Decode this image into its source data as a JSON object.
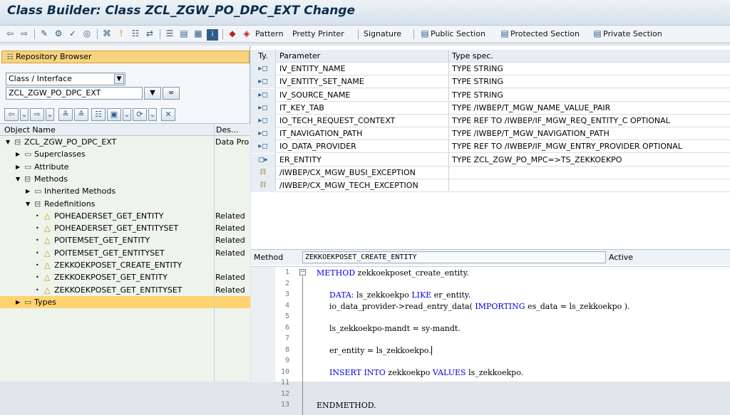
{
  "window": {
    "title": "Class Builder: Class ZCL_ZGW_PO_DPC_EXT Change"
  },
  "toolbar": {
    "pattern": "Pattern",
    "pretty_printer": "Pretty Printer",
    "signature": "Signature",
    "public_section": "Public Section",
    "protected_section": "Protected Section",
    "private_section": "Private Section"
  },
  "left": {
    "repository_browser": "Repository Browser",
    "object_type": "Class / Interface",
    "object_name_value": "ZCL_ZGW_PO_DPC_EXT",
    "col_object_name": "Object Name",
    "col_description": "Des...",
    "tree": [
      {
        "label": "ZCL_ZGW_PO_DPC_EXT",
        "desc": "Data Pro",
        "indent": 0,
        "icon": "folder-open",
        "arrow": "▼"
      },
      {
        "label": "Superclasses",
        "desc": "",
        "indent": 1,
        "icon": "folder",
        "arrow": "▶"
      },
      {
        "label": "Attribute",
        "desc": "",
        "indent": 1,
        "icon": "folder",
        "arrow": "▶"
      },
      {
        "label": "Methods",
        "desc": "",
        "indent": 1,
        "icon": "folder-open",
        "arrow": "▼"
      },
      {
        "label": "Inherited Methods",
        "desc": "",
        "indent": 2,
        "icon": "folder",
        "arrow": "▶"
      },
      {
        "label": "Redefinitions",
        "desc": "",
        "indent": 2,
        "icon": "folder-open",
        "arrow": "▼"
      },
      {
        "label": "POHEADERSET_GET_ENTITY",
        "desc": "Related",
        "indent": 3,
        "icon": "warning",
        "arrow": "•"
      },
      {
        "label": "POHEADERSET_GET_ENTITYSET",
        "desc": "Related",
        "indent": 3,
        "icon": "warning",
        "arrow": "•"
      },
      {
        "label": "POITEMSET_GET_ENTITY",
        "desc": "Related",
        "indent": 3,
        "icon": "warning",
        "arrow": "•"
      },
      {
        "label": "POITEMSET_GET_ENTITYSET",
        "desc": "Related",
        "indent": 3,
        "icon": "warning",
        "arrow": "•"
      },
      {
        "label": "ZEKKOEKPOSET_CREATE_ENTITY",
        "desc": "",
        "indent": 3,
        "icon": "warning",
        "arrow": "•"
      },
      {
        "label": "ZEKKOEKPOSET_GET_ENTITY",
        "desc": "Related",
        "indent": 3,
        "icon": "warning",
        "arrow": "•"
      },
      {
        "label": "ZEKKOEKPOSET_GET_ENTITYSET",
        "desc": "Related",
        "indent": 3,
        "icon": "warning",
        "arrow": "•"
      },
      {
        "label": "Types",
        "desc": "",
        "indent": 1,
        "icon": "folder",
        "arrow": "▶",
        "selected": true
      }
    ]
  },
  "params": {
    "col_type": "Ty.",
    "col_parameter": "Parameter",
    "col_typespec": "Type spec.",
    "rows": [
      {
        "kind": "importing",
        "name": "IV_ENTITY_NAME",
        "spec": "TYPE STRING"
      },
      {
        "kind": "importing",
        "name": "IV_ENTITY_SET_NAME",
        "spec": "TYPE STRING"
      },
      {
        "kind": "importing",
        "name": "IV_SOURCE_NAME",
        "spec": "TYPE STRING"
      },
      {
        "kind": "importing",
        "name": "IT_KEY_TAB",
        "spec": "TYPE /IWBEP/T_MGW_NAME_VALUE_PAIR"
      },
      {
        "kind": "importing",
        "name": "IO_TECH_REQUEST_CONTEXT",
        "spec": "TYPE REF TO /IWBEP/IF_MGW_REQ_ENTITY_C OPTIONAL"
      },
      {
        "kind": "importing",
        "name": "IT_NAVIGATION_PATH",
        "spec": "TYPE /IWBEP/T_MGW_NAVIGATION_PATH"
      },
      {
        "kind": "importing",
        "name": "IO_DATA_PROVIDER",
        "spec": "TYPE REF TO /IWBEP/IF_MGW_ENTRY_PROVIDER OPTIONAL"
      },
      {
        "kind": "returning",
        "name": "ER_ENTITY",
        "spec": "TYPE ZCL_ZGW_PO_MPC=>TS_ZEKKOEKPO"
      },
      {
        "kind": "exception",
        "name": "/IWBEP/CX_MGW_BUSI_EXCEPTION",
        "spec": ""
      },
      {
        "kind": "exception",
        "name": "/IWBEP/CX_MGW_TECH_EXCEPTION",
        "spec": ""
      }
    ]
  },
  "method_bar": {
    "label": "Method",
    "name": "ZEKKOEKPOSET_CREATE_ENTITY",
    "status": "Active"
  },
  "code": {
    "lines": [
      {
        "n": "1",
        "parts": [
          [
            "kw",
            "METHOD"
          ],
          [
            "t",
            " zekkoekposet_create_entity."
          ]
        ],
        "indent": 0
      },
      {
        "n": "2",
        "parts": [],
        "indent": 0
      },
      {
        "n": "3",
        "parts": [
          [
            "kw",
            "DATA:"
          ],
          [
            "t",
            " ls_zekkoekpo "
          ],
          [
            "kw",
            "LIKE"
          ],
          [
            "t",
            " er_entity."
          ]
        ],
        "indent": 1
      },
      {
        "n": "4",
        "parts": [
          [
            "t",
            "io_data_provider->read_entry_data( "
          ],
          [
            "kw",
            "IMPORTING"
          ],
          [
            "t",
            " es_data = ls_zekkoekpo )."
          ]
        ],
        "indent": 1
      },
      {
        "n": "5",
        "parts": [],
        "indent": 0
      },
      {
        "n": "6",
        "parts": [
          [
            "t",
            "ls_zekkoekpo-mandt = sy-mandt."
          ]
        ],
        "indent": 1
      },
      {
        "n": "7",
        "parts": [],
        "indent": 0
      },
      {
        "n": "8",
        "parts": [
          [
            "t",
            "er_entity = ls_zekkoekpo."
          ]
        ],
        "indent": 1,
        "caret": true
      },
      {
        "n": "9",
        "parts": [],
        "indent": 0
      },
      {
        "n": "10",
        "parts": [
          [
            "kw",
            "INSERT INTO"
          ],
          [
            "t",
            " zekkoekpo "
          ],
          [
            "kw",
            "VALUES"
          ],
          [
            "t",
            " ls_zekkoekpo."
          ]
        ],
        "indent": 1
      },
      {
        "n": "11",
        "parts": [],
        "indent": 0
      },
      {
        "n": "12",
        "parts": [],
        "indent": 0
      },
      {
        "n": "13",
        "parts": [
          [
            "t",
            "ENDMETHOD."
          ]
        ],
        "indent": 0
      }
    ]
  },
  "colors": {
    "selected_row": "#ffd36f",
    "repo_header": "#f7d27f",
    "keyword": "#0000e0",
    "title_text": "#0b2d4e"
  }
}
